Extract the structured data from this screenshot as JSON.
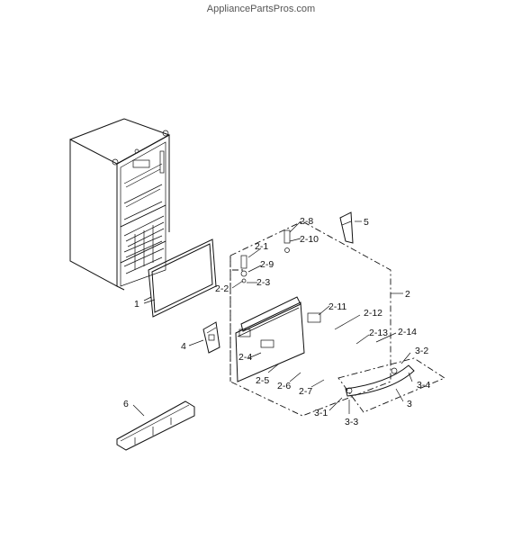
{
  "header": {
    "site": "AppliancePartsPros.com"
  },
  "labels": {
    "l1": "1",
    "l2": "2",
    "l2_1": "2-1",
    "l2_2": "2-2",
    "l2_3": "2-3",
    "l2_4": "2-4",
    "l2_5": "2-5",
    "l2_6": "2-6",
    "l2_7": "2-7",
    "l2_8": "2-8",
    "l2_9": "2-9",
    "l2_10": "2-10",
    "l2_11": "2-11",
    "l2_12": "2-12",
    "l2_13": "2-13",
    "l2_14": "2-14",
    "l3": "3",
    "l3_1": "3-1",
    "l3_2": "3-2",
    "l3_3": "3-3",
    "l3_4": "3-4",
    "l4": "4",
    "l5": "5",
    "l6": "6"
  }
}
